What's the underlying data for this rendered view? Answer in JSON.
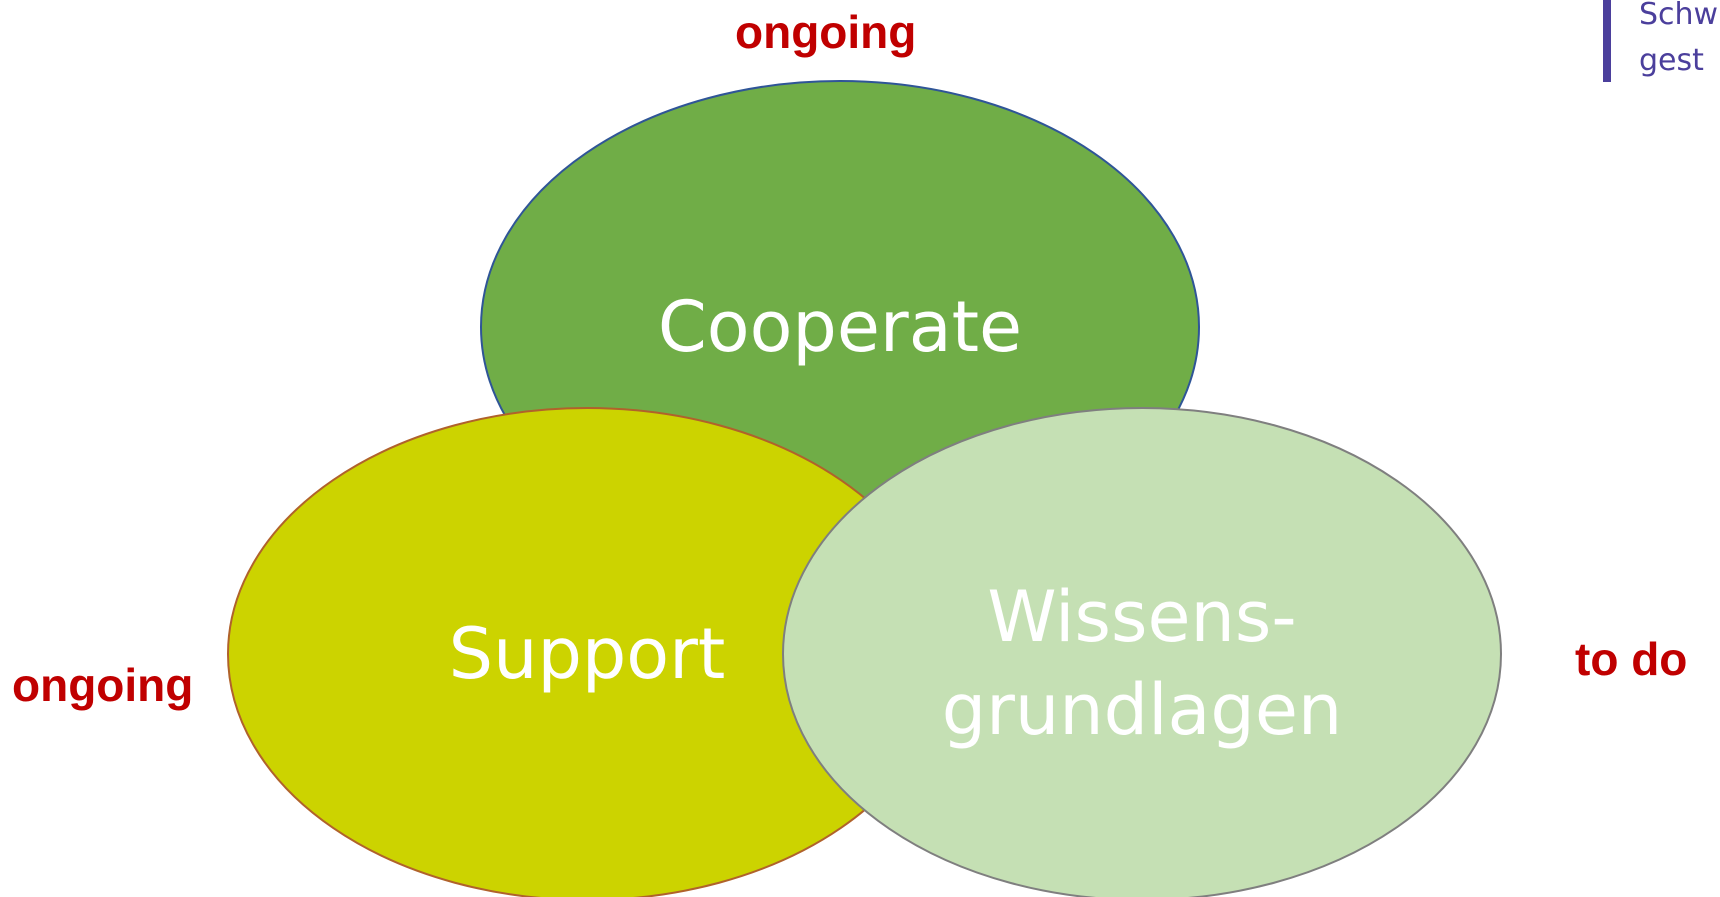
{
  "diagram": {
    "nodes": [
      {
        "id": "cooperate",
        "label": [
          "Cooperate"
        ],
        "status": "ongoing",
        "fill": "#70AD47",
        "stroke": "#2F5597",
        "text_color": "#FFFFFF"
      },
      {
        "id": "support",
        "label": [
          "Support"
        ],
        "status": "ongoing",
        "fill": "#CCD300",
        "stroke": "#B0622B",
        "text_color": "#FFFFFF"
      },
      {
        "id": "wissensgrundlagen",
        "label": [
          "Wissens-",
          "grundlagen"
        ],
        "status": "to do",
        "fill": "#C5E0B4",
        "stroke": "#7F7F7F",
        "text_color": "#FFFFFF"
      }
    ]
  },
  "colors": {
    "status_text": "#C00000",
    "logo_bar": "#4B3F9C",
    "logo_text": "#4B3F9C"
  },
  "logo": {
    "lines": [
      "Schw",
      "gest"
    ]
  }
}
